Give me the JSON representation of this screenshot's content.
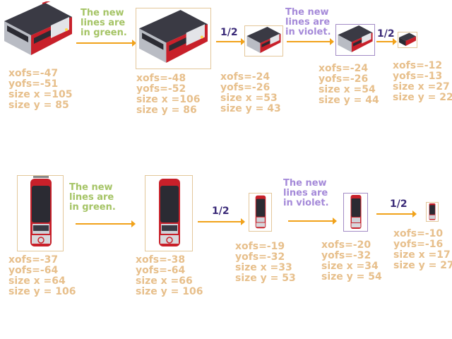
{
  "notes": {
    "green": "The new\nlines are\nin green.",
    "violet": "The new\nlines are\nin violet."
  },
  "scale_label": "1/2",
  "row_side": {
    "sprites": [
      {
        "xofs": "xofs=-47",
        "yofs": "yofs=-51",
        "size_x": "size x =105",
        "size_y": "size y = 85"
      },
      {
        "xofs": "xofs=-48",
        "yofs": "yofs=-52",
        "size_x": "size x =106",
        "size_y": "size y = 86"
      },
      {
        "xofs": "xofs=-24",
        "yofs": "yofs=-26",
        "size_x": "size x =53",
        "size_y": "size y = 43"
      },
      {
        "xofs": "xofs=-24",
        "yofs": "yofs=-26",
        "size_x": "size x =54",
        "size_y": "size y = 44"
      },
      {
        "xofs": "xofs=-12",
        "yofs": "yofs=-13",
        "size_x": "size x =27",
        "size_y": "size y = 22"
      }
    ]
  },
  "row_front": {
    "sprites": [
      {
        "xofs": "xofs=-37",
        "yofs": "yofs=-64",
        "size_x": "size x =64",
        "size_y": "size y = 106"
      },
      {
        "xofs": "xofs=-38",
        "yofs": "yofs=-64",
        "size_x": "size x =66",
        "size_y": "size y = 106"
      },
      {
        "xofs": "xofs=-19",
        "yofs": "yofs=-32",
        "size_x": "size x =33",
        "size_y": "size y = 53"
      },
      {
        "xofs": "xofs=-20",
        "yofs": "yofs=-32",
        "size_x": "size x =34",
        "size_y": "size y = 54"
      },
      {
        "xofs": "xofs=-10",
        "yofs": "yofs=-16",
        "size_x": "size x =17",
        "size_y": "size y = 27"
      }
    ]
  },
  "colors": {
    "stats_text": "#e7bf8b",
    "arrow": "#f1a21a",
    "green_note": "#a5c466",
    "violet_note": "#a58ad9",
    "scale_text": "#3a2a78",
    "tram_red": "#c8202a",
    "tram_dark": "#2b2b33",
    "tram_silver": "#cfd2d8"
  }
}
